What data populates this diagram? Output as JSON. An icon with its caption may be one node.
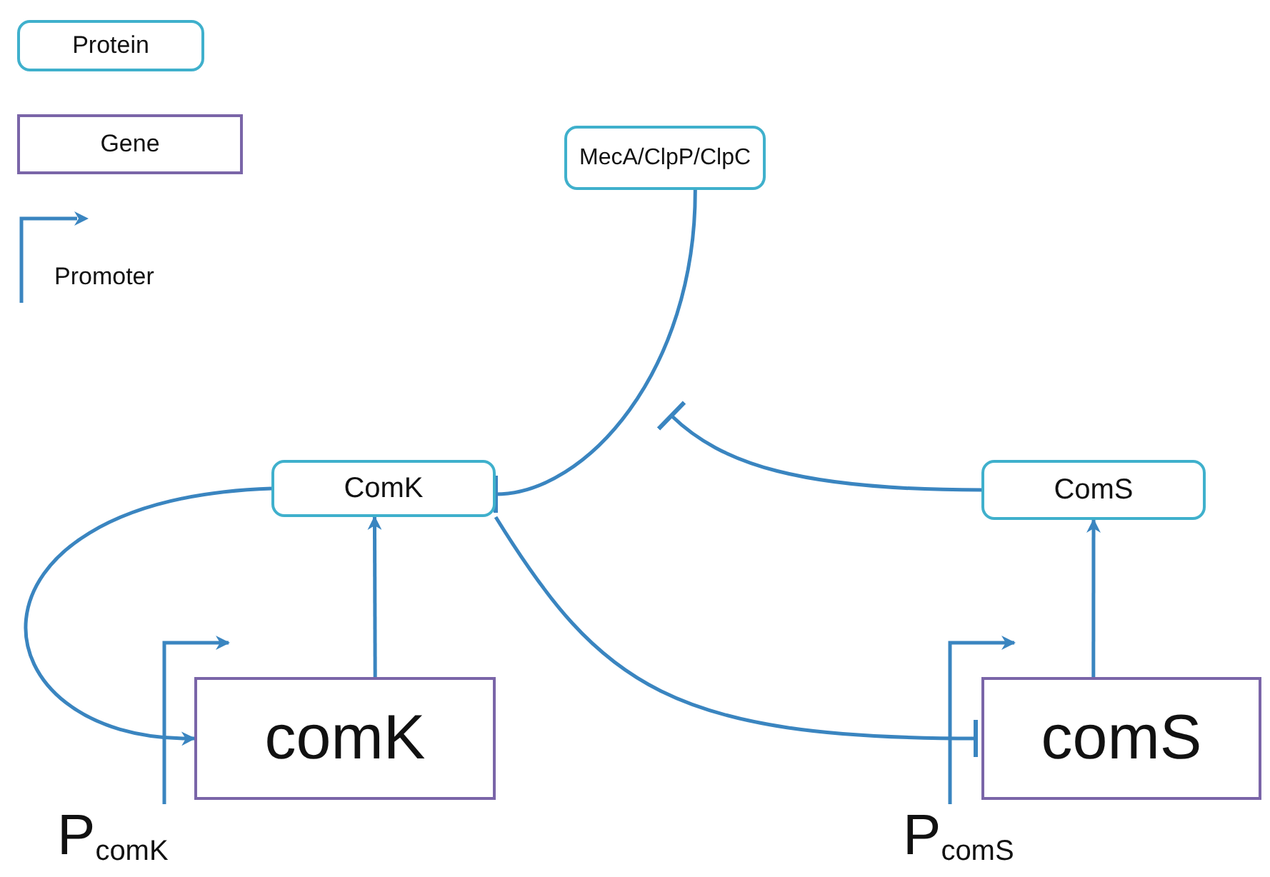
{
  "diagram": {
    "nodes": [
      {
        "text": [
          "MecA/ClpP/ClpC"
        ]
      },
      {
        "text": [
          "ComK"
        ]
      },
      {
        "text": [
          "ComS"
        ]
      },
      {
        "text": [
          "comK"
        ]
      },
      {
        "text": [
          "comS"
        ]
      }
    ],
    "edges": [
      {
        "from": 0,
        "to": 1,
        "arrow": "other"
      },
      {
        "from": 2,
        "to": null,
        "arrow": "other"
      },
      {
        "from": 3,
        "to": 1,
        "arrow": "to"
      },
      {
        "from": 4,
        "to": 2,
        "arrow": "to"
      },
      {
        "from": 1,
        "to": 3,
        "arrow": "to"
      },
      {
        "from": 1,
        "to": 4,
        "arrow": "other"
      }
    ],
    "labels": [
      "P$_{comK}$",
      "P$_{comS}$"
    ],
    "legend": [
      {
        "text": "Protein"
      },
      {
        "text": "Gene"
      },
      {
        "text": "Promoter"
      }
    ]
  }
}
